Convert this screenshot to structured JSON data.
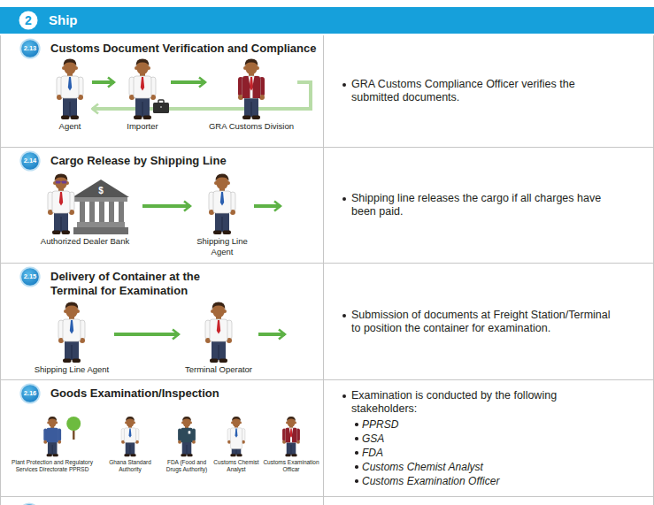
{
  "diagram": {
    "nodes": [
      {
        "text": [
          "Ship"
        ]
      },
      {
        "text": [
          "2"
        ],
        "in": 0
      },
      {
        "text": [
          "Customs Document Verification and Compliance"
        ]
      },
      {
        "text": [
          "2.13"
        ],
        "in": 2
      },
      {
        "text": [
          "Agent"
        ],
        "in": 2
      },
      {
        "text": [
          "Importer"
        ],
        "in": 2
      },
      {
        "text": [
          "GRA Customs Division"
        ],
        "in": 2
      },
      {
        "text": [
          "GRA Customs Compliance Officer verifies the submitted documents."
        ]
      },
      {
        "text": [
          "Cargo Release by Shipping Line"
        ]
      },
      {
        "text": [
          "2.14"
        ],
        "in": 8
      },
      {
        "text": [
          "Authorized Dealer Bank"
        ],
        "in": 8
      },
      {
        "text": [
          "Shipping Line Agent"
        ],
        "in": 8
      },
      {
        "text": [
          "Shipping line releases the cargo if all charges have been paid."
        ]
      },
      {
        "text": [
          "Delivery of Container at the Terminal for Examination"
        ]
      },
      {
        "text": [
          "2.15"
        ],
        "in": 13
      },
      {
        "text": [
          "Shipping Line Agent"
        ],
        "in": 13
      },
      {
        "text": [
          "Terminal Operator"
        ],
        "in": 13
      },
      {
        "text": [
          "Submission of documents at Freight Station/Terminal to position the container for examination."
        ]
      },
      {
        "text": [
          "Goods Examination/Inspection"
        ]
      },
      {
        "text": [
          "2.16"
        ],
        "in": 18
      },
      {
        "text": [
          "Plant Protection and Regulatory Services Directorate PPRSD"
        ],
        "in": 18
      },
      {
        "text": [
          "Ghana Standard Authority"
        ],
        "in": 18
      },
      {
        "text": [
          "FDA (Food and Drugs Authority)"
        ],
        "in": 18
      },
      {
        "text": [
          "Customs Chemist Analyst"
        ],
        "in": 18
      },
      {
        "text": [
          "Customs Examination Officar"
        ],
        "in": 18
      },
      {
        "text": [
          "Examination is conducted by the following stakeholders:",
          "PPRSD",
          "GSA",
          "FDA",
          "Customs Chemist Analyst",
          "Customs Examination Officer"
        ]
      }
    ],
    "edges": [
      {
        "from": 4,
        "to": 5,
        "arrow": "to"
      },
      {
        "from": 5,
        "to": 6,
        "arrow": "to"
      },
      {
        "from": 6,
        "to": 4,
        "arrow": "to"
      },
      {
        "from": 10,
        "to": 11,
        "arrow": "to"
      },
      {
        "from": 15,
        "to": 16,
        "arrow": "to"
      }
    ],
    "labels": [
      "$"
    ]
  }
}
